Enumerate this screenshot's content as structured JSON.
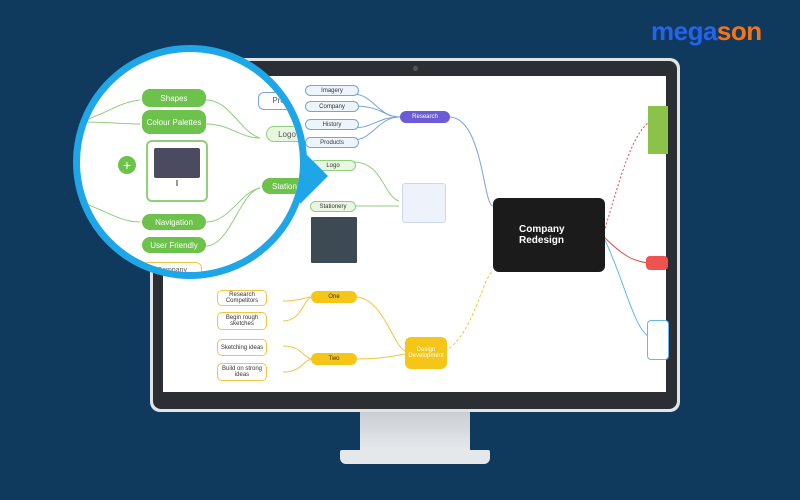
{
  "brand": {
    "part1": "mega",
    "part2": "son",
    "color1": "#2563eb",
    "color2": "#f97316"
  },
  "mindmap": {
    "center": "Company Redesign",
    "branch_research": "Research",
    "research_items": [
      "Imagery",
      "Company",
      "History",
      "Products"
    ],
    "logo": "Logo",
    "stationery": "Stationery",
    "design_development": "Design Development",
    "step_one": "One",
    "step_two": "Two",
    "one_items": [
      "Research Competitors",
      "Begin rough sketches"
    ],
    "two_items": [
      "Sketching ideas",
      "Build on strong ideas"
    ],
    "partial_left": [
      "Prod",
      "Log",
      "Compan"
    ]
  },
  "zoom": {
    "shapes": "Shapes",
    "colour_palettes": "Colour Palettes",
    "stationery": "Stationery",
    "navigation": "Navigation",
    "user_friendly": "User Friendly",
    "company_partial": "Company",
    "products_partial": "Produ",
    "logo_partial": "Logo"
  },
  "colors": {
    "background": "#0f3a5e",
    "accent_blue": "#1ea6e6",
    "green": "#6cc24a",
    "yellow": "#f5c518",
    "purple": "#6b5bd6"
  }
}
